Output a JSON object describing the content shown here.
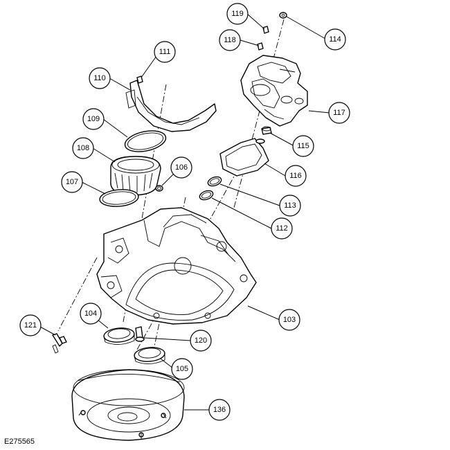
{
  "figure_code": "E275565",
  "callouts": {
    "c103": "103",
    "c104": "104",
    "c105": "105",
    "c106": "106",
    "c107": "107",
    "c108": "108",
    "c109": "109",
    "c110": "110",
    "c111": "111",
    "c112": "112",
    "c113": "113",
    "c114": "114",
    "c115": "115",
    "c116": "116",
    "c117": "117",
    "c118": "118",
    "c119": "119",
    "c120": "120",
    "c121": "121",
    "c136": "136"
  }
}
